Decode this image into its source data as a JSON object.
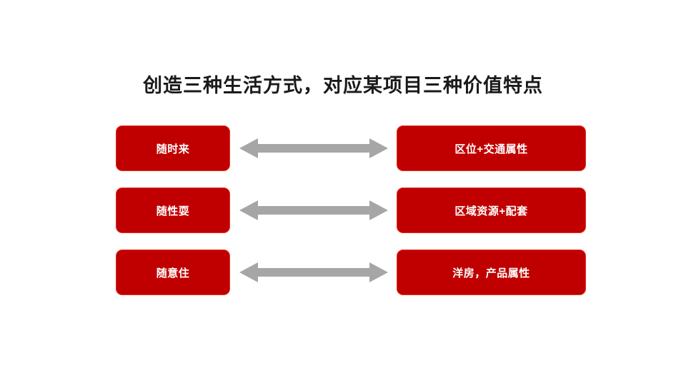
{
  "slide": {
    "title": "创造三种生活方式，对应某项目三种价值特点",
    "accent_color": "#c00000",
    "arrow_color": "#a6a6a6",
    "title_color": "#1a1a1a",
    "background_color": "#ffffff"
  },
  "rows": [
    {
      "left_label": "随时来",
      "right_label": "区位+交通属性",
      "arrow_icon": "double-arrow-icon"
    },
    {
      "left_label": "随性耍",
      "right_label": "区域资源+配套",
      "arrow_icon": "double-arrow-icon"
    },
    {
      "left_label": "随意住",
      "right_label": "洋房，产品属性",
      "arrow_icon": "double-arrow-icon"
    }
  ]
}
